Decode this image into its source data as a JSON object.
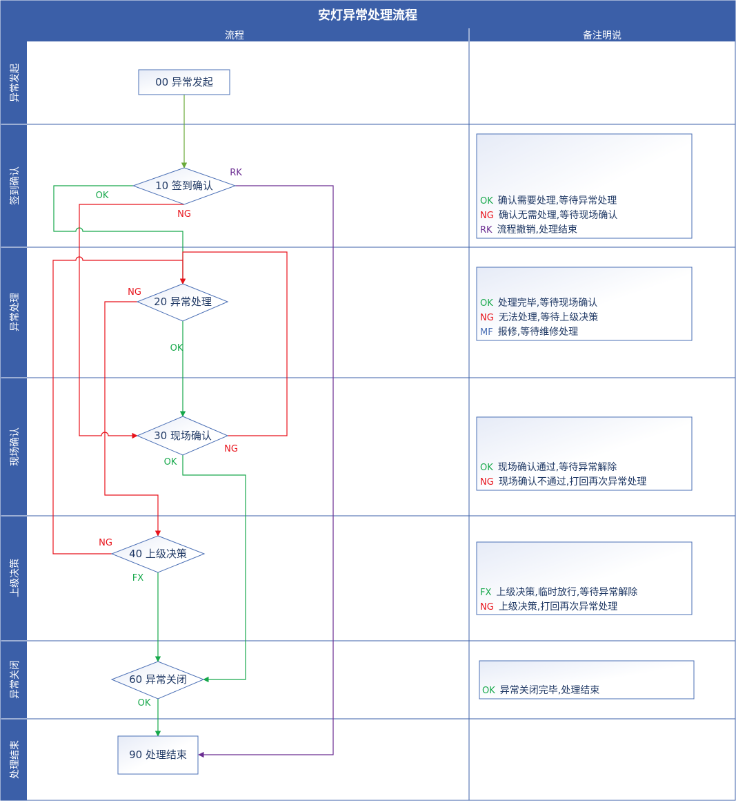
{
  "title": "安灯异常处理流程",
  "columns": {
    "flow": "流程",
    "notes": "备注明说"
  },
  "lanes": [
    "异常发起",
    "签到确认",
    "异常处理",
    "现场确认",
    "上级决策",
    "异常关闭",
    "处理结束"
  ],
  "nodes": {
    "n00": "00 异常发起",
    "n10": "10 签到确认",
    "n20": "20 异常处理",
    "n30": "30 现场确认",
    "n40": "40 上级决策",
    "n60": "60 异常关闭",
    "n90": "90 处理结束"
  },
  "edge_labels": {
    "e10_ok": "OK",
    "e10_ng": "NG",
    "e10_rk": "RK",
    "e20_ng": "NG",
    "e20_ok": "OK",
    "e30_ng": "NG",
    "e30_ok": "OK",
    "e40_ng": "NG",
    "e40_fx": "FX",
    "e60_ok": "OK"
  },
  "notes": {
    "signin": [
      {
        "code": "OK",
        "text": "确认需要处理,等待异常处理"
      },
      {
        "code": "NG",
        "text": "确认无需处理,等待现场确认"
      },
      {
        "code": "RK",
        "text": "流程撤销,处理结束"
      }
    ],
    "handle": [
      {
        "code": "OK",
        "text": "处理完毕,等待现场确认"
      },
      {
        "code": "NG",
        "text": "无法处理,等待上级决策"
      },
      {
        "code": "MF",
        "text": "报修,等待维修处理"
      }
    ],
    "onsite": [
      {
        "code": "OK",
        "text": "现场确认通过,等待异常解除"
      },
      {
        "code": "NG",
        "text": "现场确认不通过,打回再次异常处理"
      }
    ],
    "decision": [
      {
        "code": "FX",
        "text": "上级决策,临时放行,等待异常解除"
      },
      {
        "code": "NG",
        "text": "上级决策,打回再次异常处理"
      }
    ],
    "close": [
      {
        "code": "OK",
        "text": "异常关闭完毕,处理结束"
      }
    ]
  },
  "colors": {
    "header": "#3b5fa8",
    "grid": "#3b5fa8",
    "node_stroke": "#4a6fb5",
    "ok": "#16a84a",
    "ng": "#e8121a",
    "rk": "#6a2c91",
    "entry": "#6aaa3a"
  }
}
